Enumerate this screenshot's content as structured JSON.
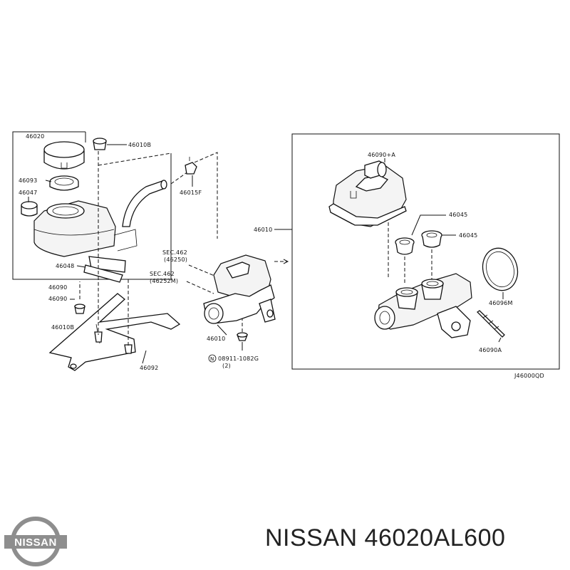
{
  "labels": {
    "l46020": "46020",
    "l46010B_top": "46010B",
    "l46093": "46093",
    "l46047": "46047",
    "l46048": "46048",
    "l46090": "46090",
    "l46090_sub": "46090",
    "l46010B_bot": "46010B",
    "l46092": "46092",
    "l46015F": "46015F",
    "lSec462a": "SEC.462",
    "lSec462a_sub": "(46250)",
    "lSec462b": "SEC.462",
    "lSec462b_sub": "(46252M)",
    "l46010_mid": "46010",
    "l46010_box": "46010",
    "lBolt": "08911-1082G",
    "lBolt_sub": "(2)",
    "lBolt_mark": "N",
    "l46090A_top": "46090+A",
    "l46045_a": "46045",
    "l46045_b": "46045",
    "l46096M": "46096M",
    "l46090A": "46090A",
    "code": "J46000QD"
  },
  "caption": "NISSAN 46020AL600",
  "logo": {
    "text": "NISSAN",
    "color": "#8e8e8e"
  }
}
